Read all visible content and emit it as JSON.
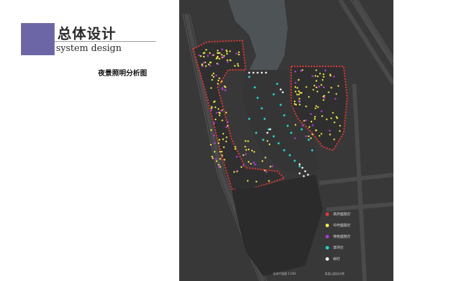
{
  "header": {
    "title_cn": "总体设计",
    "title_en": "system design",
    "subtitle": "夜景照明分析图",
    "accent_color": "#6d66a6"
  },
  "map": {
    "lake_label": "",
    "caption": "总体平面图 1:500",
    "caption_right": "某某山居设计院",
    "colors": {
      "red": "#e53935",
      "yellow": "#f5e94a",
      "purple": "#b23ad6",
      "teal": "#26d6c6",
      "white": "#f0f0f0"
    }
  },
  "legend": [
    {
      "label": "高杆庭院灯",
      "color": "#e53935",
      "icon": "red-dot-icon"
    },
    {
      "label": "中杆庭院灯",
      "color": "#f5e94a",
      "icon": "yellow-dot-icon"
    },
    {
      "label": "特色庭院灯",
      "color": "#b23ad6",
      "icon": "purple-dot-icon"
    },
    {
      "label": "草坪灯",
      "color": "#26d6c6",
      "icon": "teal-dot-icon"
    },
    {
      "label": "射灯",
      "color": "#f0f0f0",
      "icon": "white-dot-icon"
    }
  ]
}
